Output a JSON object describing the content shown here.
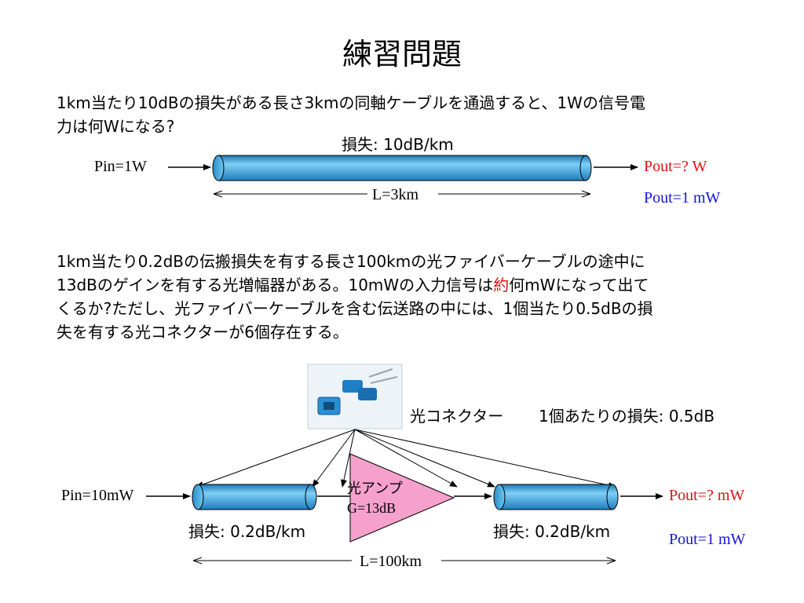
{
  "title": "練習問題",
  "problem1": {
    "line1": "1km当たり10dBの損失がある長さ3kmの同軸ケーブルを通過すると、1Wの信号電",
    "line2": "力は何Wになる?",
    "loss_label": "損失: 10dB/km",
    "pin_label": "Pin=1W",
    "length_label": "L=3km",
    "pout_question": "Pout=? W",
    "pout_answer": "Pout=1 mW"
  },
  "problem2": {
    "line1": "1km当たり0.2dBの伝搬損失を有する長さ100kmの光ファイバーケーブルの途中に",
    "line2_a": "13dBのゲインを有する光増幅器がある。10mWの入力信号は",
    "line2_highlight": "約",
    "line2_b": "何mWになって出て",
    "line3": "くるか?ただし、光ファイバーケーブルを含む伝送路の中には、1個当たり0.5dBの損",
    "line4": "失を有する光コネクターが6個存在する。",
    "connector_label": "光コネクター",
    "connector_loss": "1個あたりの損失: 0.5dB",
    "amp_label": "光アンプ",
    "amp_gain": "G=13dB",
    "pin_label": "Pin=10mW",
    "fiber1_loss": "損失: 0.2dB/km",
    "fiber2_loss": "損失: 0.2dB/km",
    "length_label": "L=100km",
    "pout_question": "Pout=? mW",
    "pout_answer": "Pout=1 mW"
  },
  "colors": {
    "cable_fill": "#3fa9dc",
    "amp_fill": "#f6a0cc",
    "question": "#e01010",
    "answer": "#1515e0"
  }
}
